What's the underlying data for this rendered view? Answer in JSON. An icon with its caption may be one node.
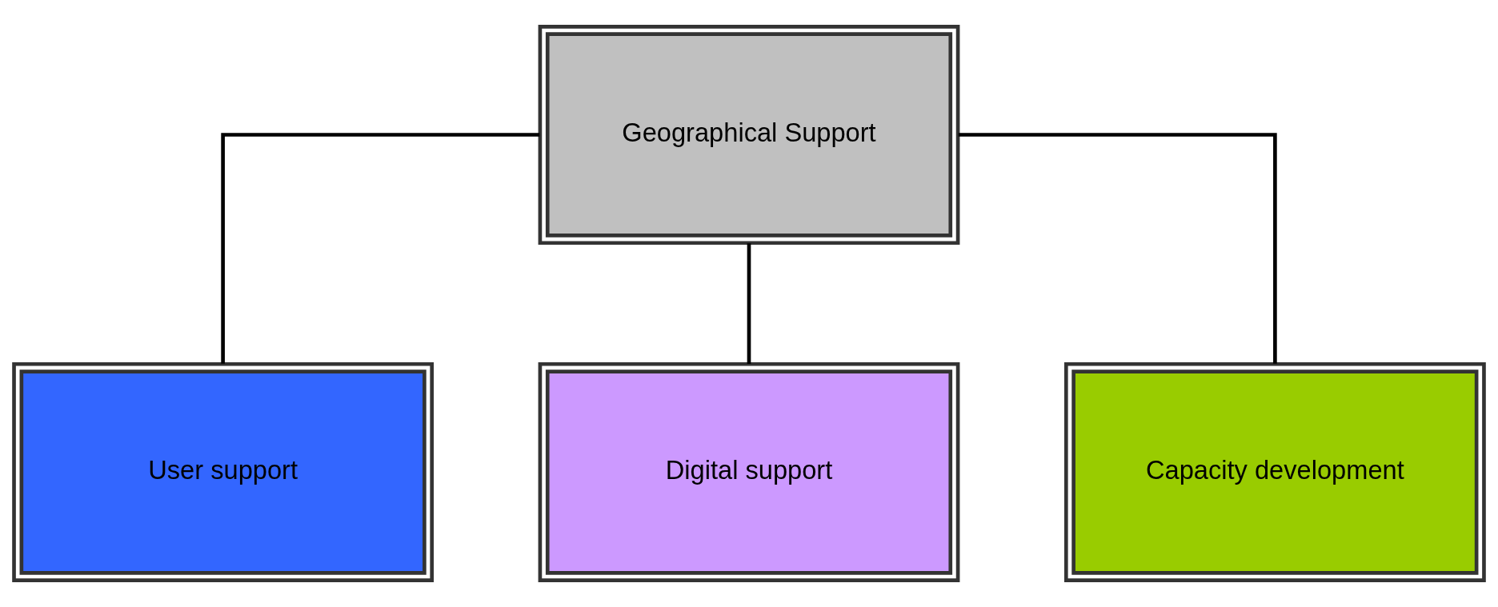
{
  "diagram": {
    "nodes": [
      {
        "text": [
          "Geographical Support"
        ]
      },
      {
        "text": [
          "User support"
        ]
      },
      {
        "text": [
          "Digital support"
        ]
      },
      {
        "text": [
          "Capacity development"
        ]
      }
    ],
    "edges": [
      {
        "from": 0,
        "to": 1,
        "arrow": "none"
      },
      {
        "from": 0,
        "to": 2,
        "arrow": "none"
      },
      {
        "from": 0,
        "to": 3,
        "arrow": "none"
      }
    ]
  }
}
